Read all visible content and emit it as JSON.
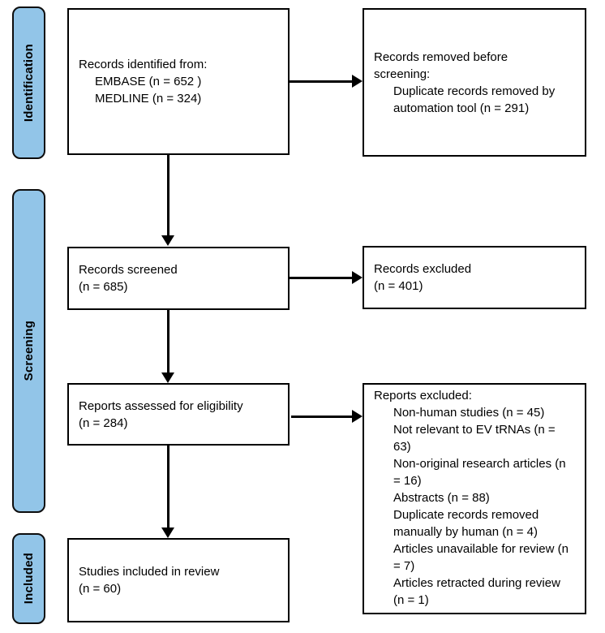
{
  "diagram_type": "PRISMA flow diagram",
  "colors": {
    "stage_fill": "#92C5E8",
    "box_border": "#000000",
    "arrow": "#000000",
    "background": "#ffffff"
  },
  "stages": [
    {
      "label": "Identification"
    },
    {
      "label": "Screening"
    },
    {
      "label": "Included"
    }
  ],
  "boxes": {
    "records_identified": {
      "heading": "Records identified from:",
      "items": [
        "EMBASE (n = 652 )",
        "MEDLINE (n = 324)"
      ]
    },
    "records_removed": {
      "heading": "Records removed before screening:",
      "items": [
        "Duplicate records removed by automation tool (n = 291)"
      ]
    },
    "records_screened": {
      "lines": [
        "Records screened",
        "(n = 685)"
      ]
    },
    "records_excluded": {
      "lines": [
        "Records excluded",
        "(n = 401)"
      ]
    },
    "reports_assessed": {
      "lines": [
        "Reports assessed for eligibility",
        "(n = 284)"
      ]
    },
    "reports_excluded": {
      "heading": "Reports excluded:",
      "items": [
        "Non-human studies (n = 45)",
        "Not relevant to EV tRNAs (n = 63)",
        "Non-original research articles (n = 16)",
        "Abstracts (n = 88)",
        "Duplicate records removed manually by human (n = 4)",
        "Articles unavailable for review (n = 7)",
        "Articles retracted during review (n = 1)"
      ]
    },
    "studies_included": {
      "lines": [
        "Studies included in review",
        "(n = 60)"
      ]
    }
  }
}
